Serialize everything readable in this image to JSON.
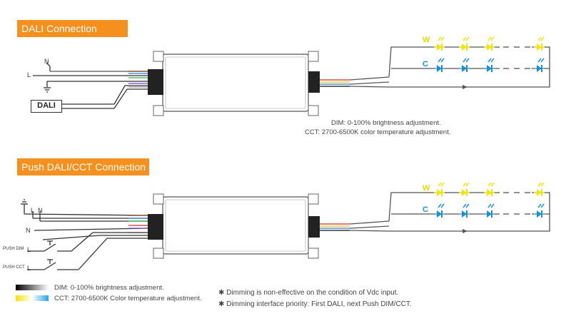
{
  "section1": {
    "title": "DALI Connection",
    "label_n": "N",
    "label_l": "L",
    "dali_box": "DALI",
    "note_dim": "DIM: 0-100% brightness adjustment.",
    "note_cct": "CCT: 2700-6500K color temperature adjustment.",
    "led_w": "W",
    "led_c": "C"
  },
  "section2": {
    "title": "Push DALI/CCT Connection",
    "label_l": "L",
    "label_n": "N",
    "label_n2": "N",
    "push_dim": "PUSH DIM",
    "push_cct": "PUSH CCT",
    "push_dim_l": "L",
    "push_cct_l": "L",
    "legend_dim": "DIM: 0-100% brightness adjustment.",
    "legend_cct": "CCT: 2700-6500K Color temperature adjustment.",
    "note1": "✱ Dimming is non-effective on the condition of Vdc input.",
    "note2": "✱ Dimming interface priority: First DALI, next Push DIM/CCT.",
    "led_w": "W",
    "led_c": "C"
  },
  "colors": {
    "header": "#f5901f",
    "warm_led": "#f2e600",
    "cool_led": "#1a8fd6"
  }
}
